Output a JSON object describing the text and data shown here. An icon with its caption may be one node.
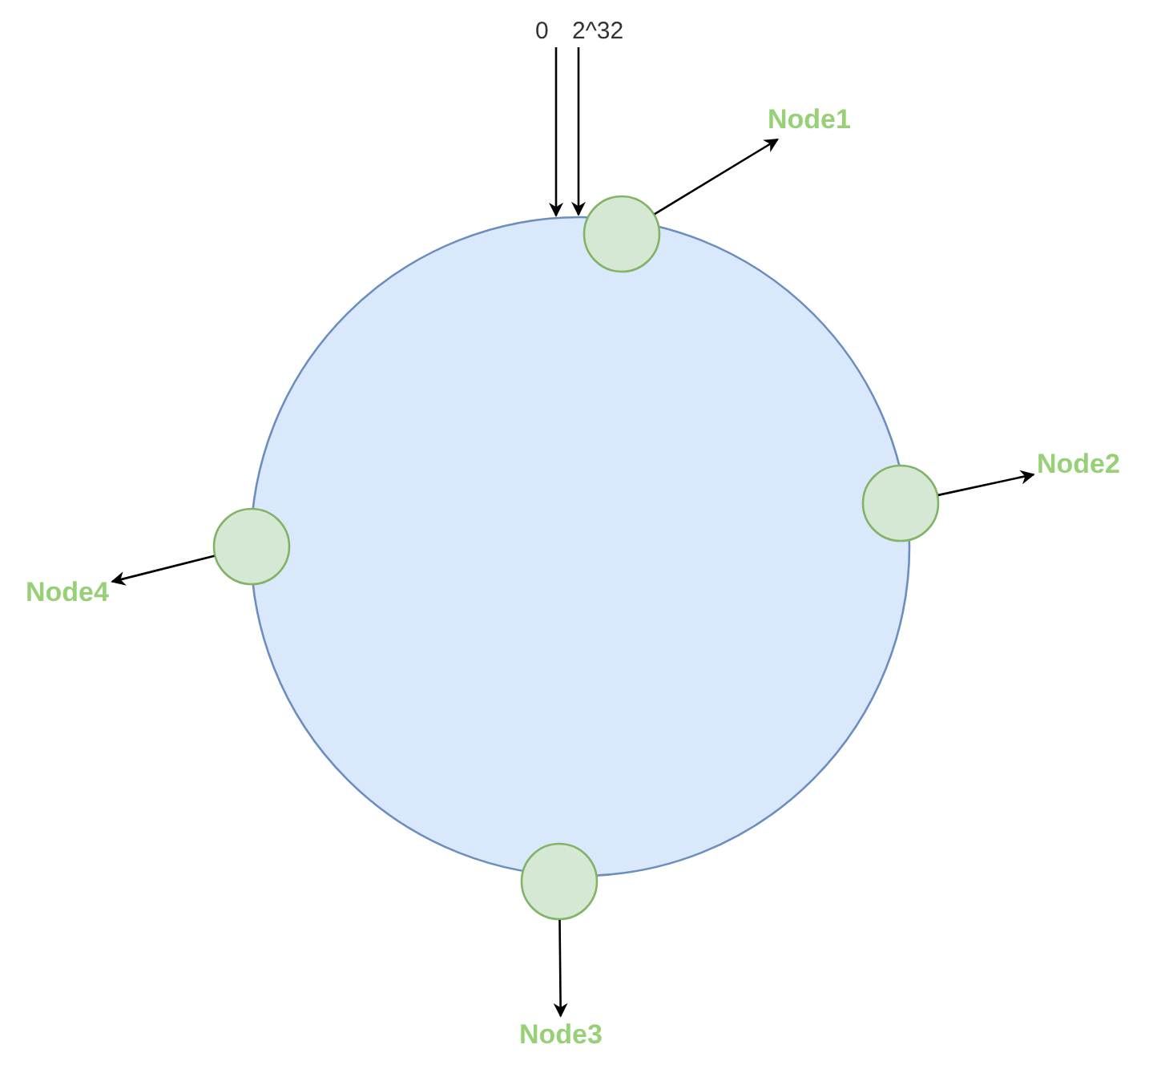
{
  "diagram": {
    "nodes": [
      {
        "text": [
          "0"
        ]
      },
      {
        "text": [
          "2^32"
        ]
      },
      {
        "text": [],
        "shape": "circle"
      },
      {
        "text": [
          "Node1"
        ]
      },
      {
        "text": [],
        "shape": "circle"
      },
      {
        "text": [],
        "shape": "circle"
      },
      {
        "text": [
          "Node2"
        ]
      },
      {
        "text": [],
        "shape": "circle"
      },
      {
        "text": [
          "Node4"
        ]
      },
      {
        "text": [],
        "shape": "circle"
      },
      {
        "text": [
          "Node3"
        ]
      }
    ],
    "edges": [
      {
        "from": 0,
        "to": 4,
        "arrow": "to"
      },
      {
        "from": 1,
        "to": 4,
        "arrow": "to"
      },
      {
        "from": 2,
        "to": 3,
        "arrow": "to"
      },
      {
        "from": 5,
        "to": 6,
        "arrow": "to"
      },
      {
        "from": 7,
        "to": 8,
        "arrow": "to"
      },
      {
        "from": 9,
        "to": 10,
        "arrow": "to"
      }
    ]
  }
}
